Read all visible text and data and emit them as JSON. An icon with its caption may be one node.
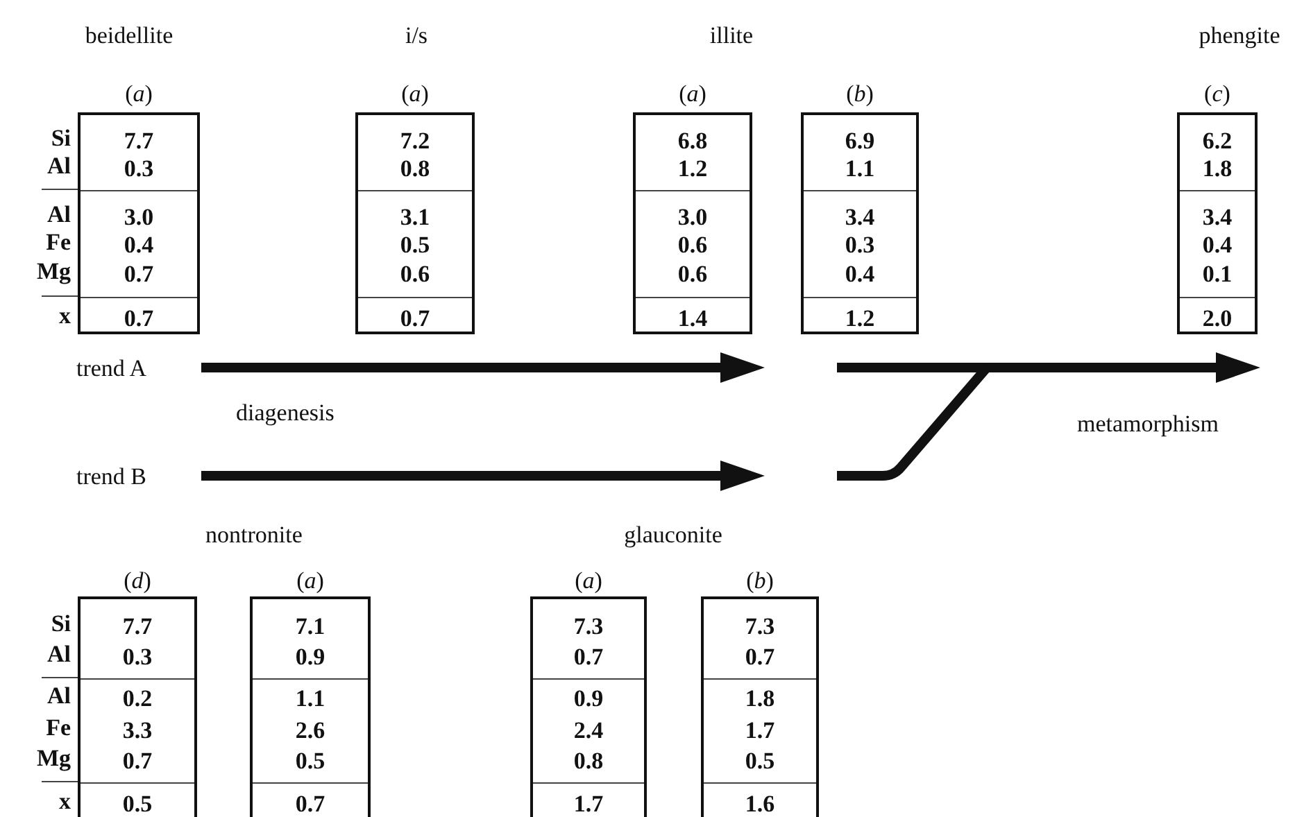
{
  "diagram": {
    "nodes": [
      {
        "text": [
          "(*a*)",
          "7.7",
          "0.3",
          "3.0",
          "0.4",
          "0.7",
          "0.7"
        ]
      },
      {
        "text": [
          "(*a*)",
          "7.2",
          "0.8",
          "3.1",
          "0.5",
          "0.6",
          "0.7"
        ]
      },
      {
        "text": [
          "(*a*)",
          "6.8",
          "1.2",
          "3.0",
          "0.6",
          "0.6",
          "1.4"
        ]
      },
      {
        "text": [
          "(*b*)",
          "6.9",
          "1.1",
          "3.4",
          "0.3",
          "0.4",
          "1.2"
        ]
      },
      {
        "text": [
          "(*c*)",
          "6.2",
          "1.8",
          "3.4",
          "0.4",
          "0.1",
          "2.0"
        ]
      },
      {
        "text": [
          "(*d*)",
          "7.7",
          "0.3",
          "0.2",
          "3.3",
          "0.7",
          "0.5"
        ]
      },
      {
        "text": [
          "(*a*)",
          "7.1",
          "0.9",
          "1.1",
          "2.6",
          "0.5",
          "0.7"
        ]
      },
      {
        "text": [
          "(*a*)",
          "7.3",
          "0.7",
          "0.9",
          "2.4",
          "0.8",
          "1.7"
        ]
      },
      {
        "text": [
          "(*b*)",
          "7.3",
          "0.7",
          "1.8",
          "1.7",
          "0.5",
          "1.6"
        ]
      }
    ],
    "labels": [
      "beidellite",
      "i/s",
      "illite",
      "phengite",
      "Si",
      "Al",
      "Al",
      "Fe",
      "Mg",
      "x",
      "trend A",
      "diagenesis",
      "metamorphism",
      "trend B",
      "nontronite",
      "glauconite",
      "Si",
      "Al",
      "Al",
      "Fe",
      "Mg",
      "x"
    ]
  }
}
